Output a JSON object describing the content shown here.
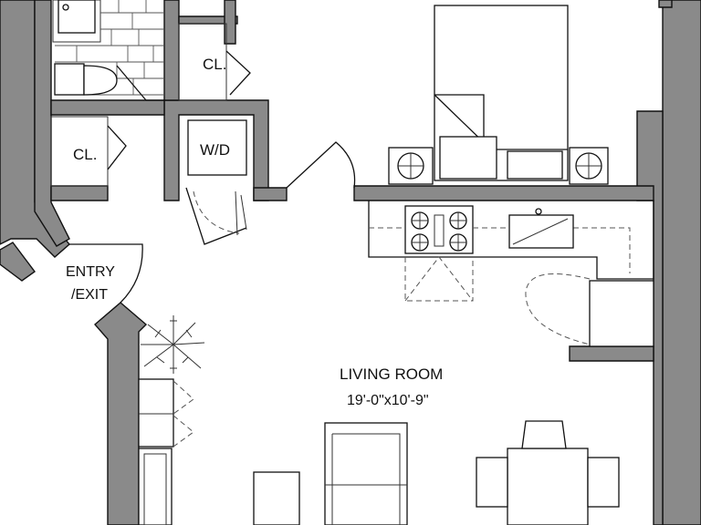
{
  "labels": {
    "closet_upper": "CL.",
    "closet_lower": "CL.",
    "washer_dryer": "W/D",
    "entry_line1": "ENTRY",
    "entry_line2": "/EXIT",
    "room_name": "LIVING ROOM",
    "room_dimensions": "19'-0\"x10'-9\""
  },
  "colors": {
    "wall_fill": "#8a8a8a",
    "line": "#111111",
    "background": "#ffffff"
  }
}
